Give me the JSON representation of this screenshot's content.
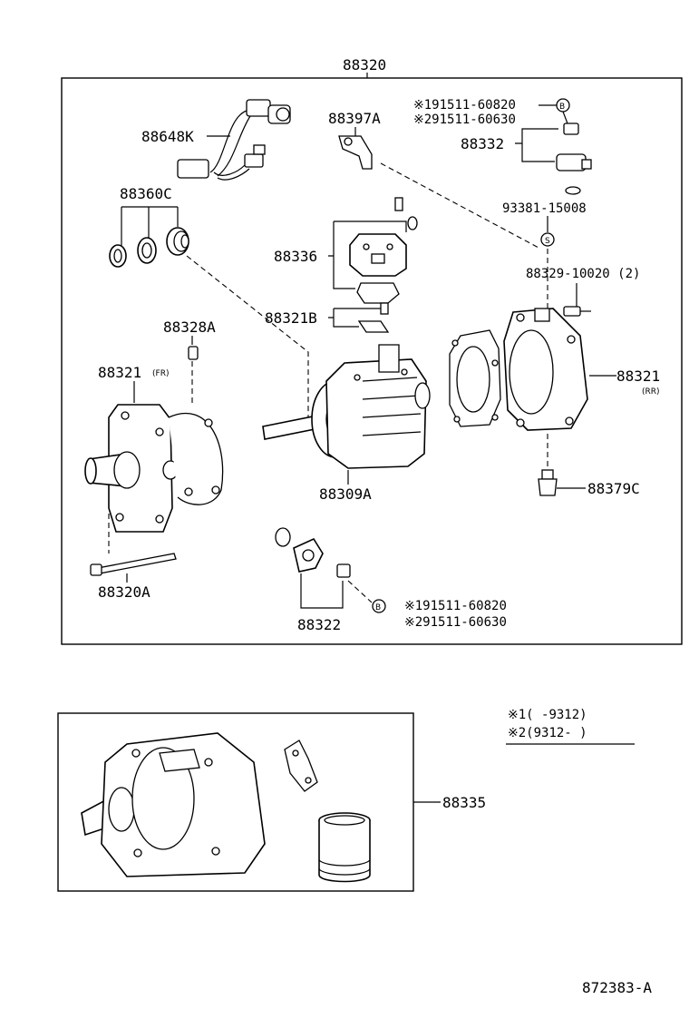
{
  "assembly": {
    "number": "88320"
  },
  "parts": {
    "p88648K": "88648K",
    "p88397A": "88397A",
    "p88332": "88332",
    "bolt_b_top_1": "※191511-60820",
    "bolt_b_top_2": "※291511-60630",
    "p88360C": "88360C",
    "p93381": "93381-15008",
    "p88336": "88336",
    "p88329": "88329-10020 (2)",
    "p88321B": "88321B",
    "p88328A": "88328A",
    "p88321_fr": "88321",
    "fr_note": "(FR)",
    "p88321_rr": "88321",
    "rr_note": "(RR)",
    "p88309A": "88309A",
    "p88379C": "88379C",
    "p88320A": "88320A",
    "p88322": "88322",
    "bolt_b_bot_1": "※191511-60820",
    "bolt_b_bot_2": "※291511-60630",
    "p88335": "88335"
  },
  "markers": {
    "b": "B",
    "s": "S"
  },
  "legend": {
    "line1": "※1(      -9312)",
    "line2": "※2(9312-      )"
  },
  "footer": {
    "code": "872383-A"
  }
}
